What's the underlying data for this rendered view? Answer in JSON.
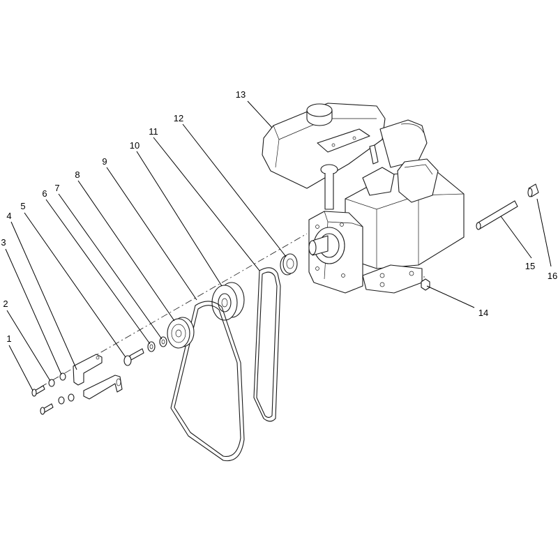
{
  "callouts": [
    "1",
    "2",
    "3",
    "4",
    "5",
    "6",
    "7",
    "8",
    "9",
    "10",
    "11",
    "12",
    "13",
    "14",
    "15",
    "16"
  ]
}
